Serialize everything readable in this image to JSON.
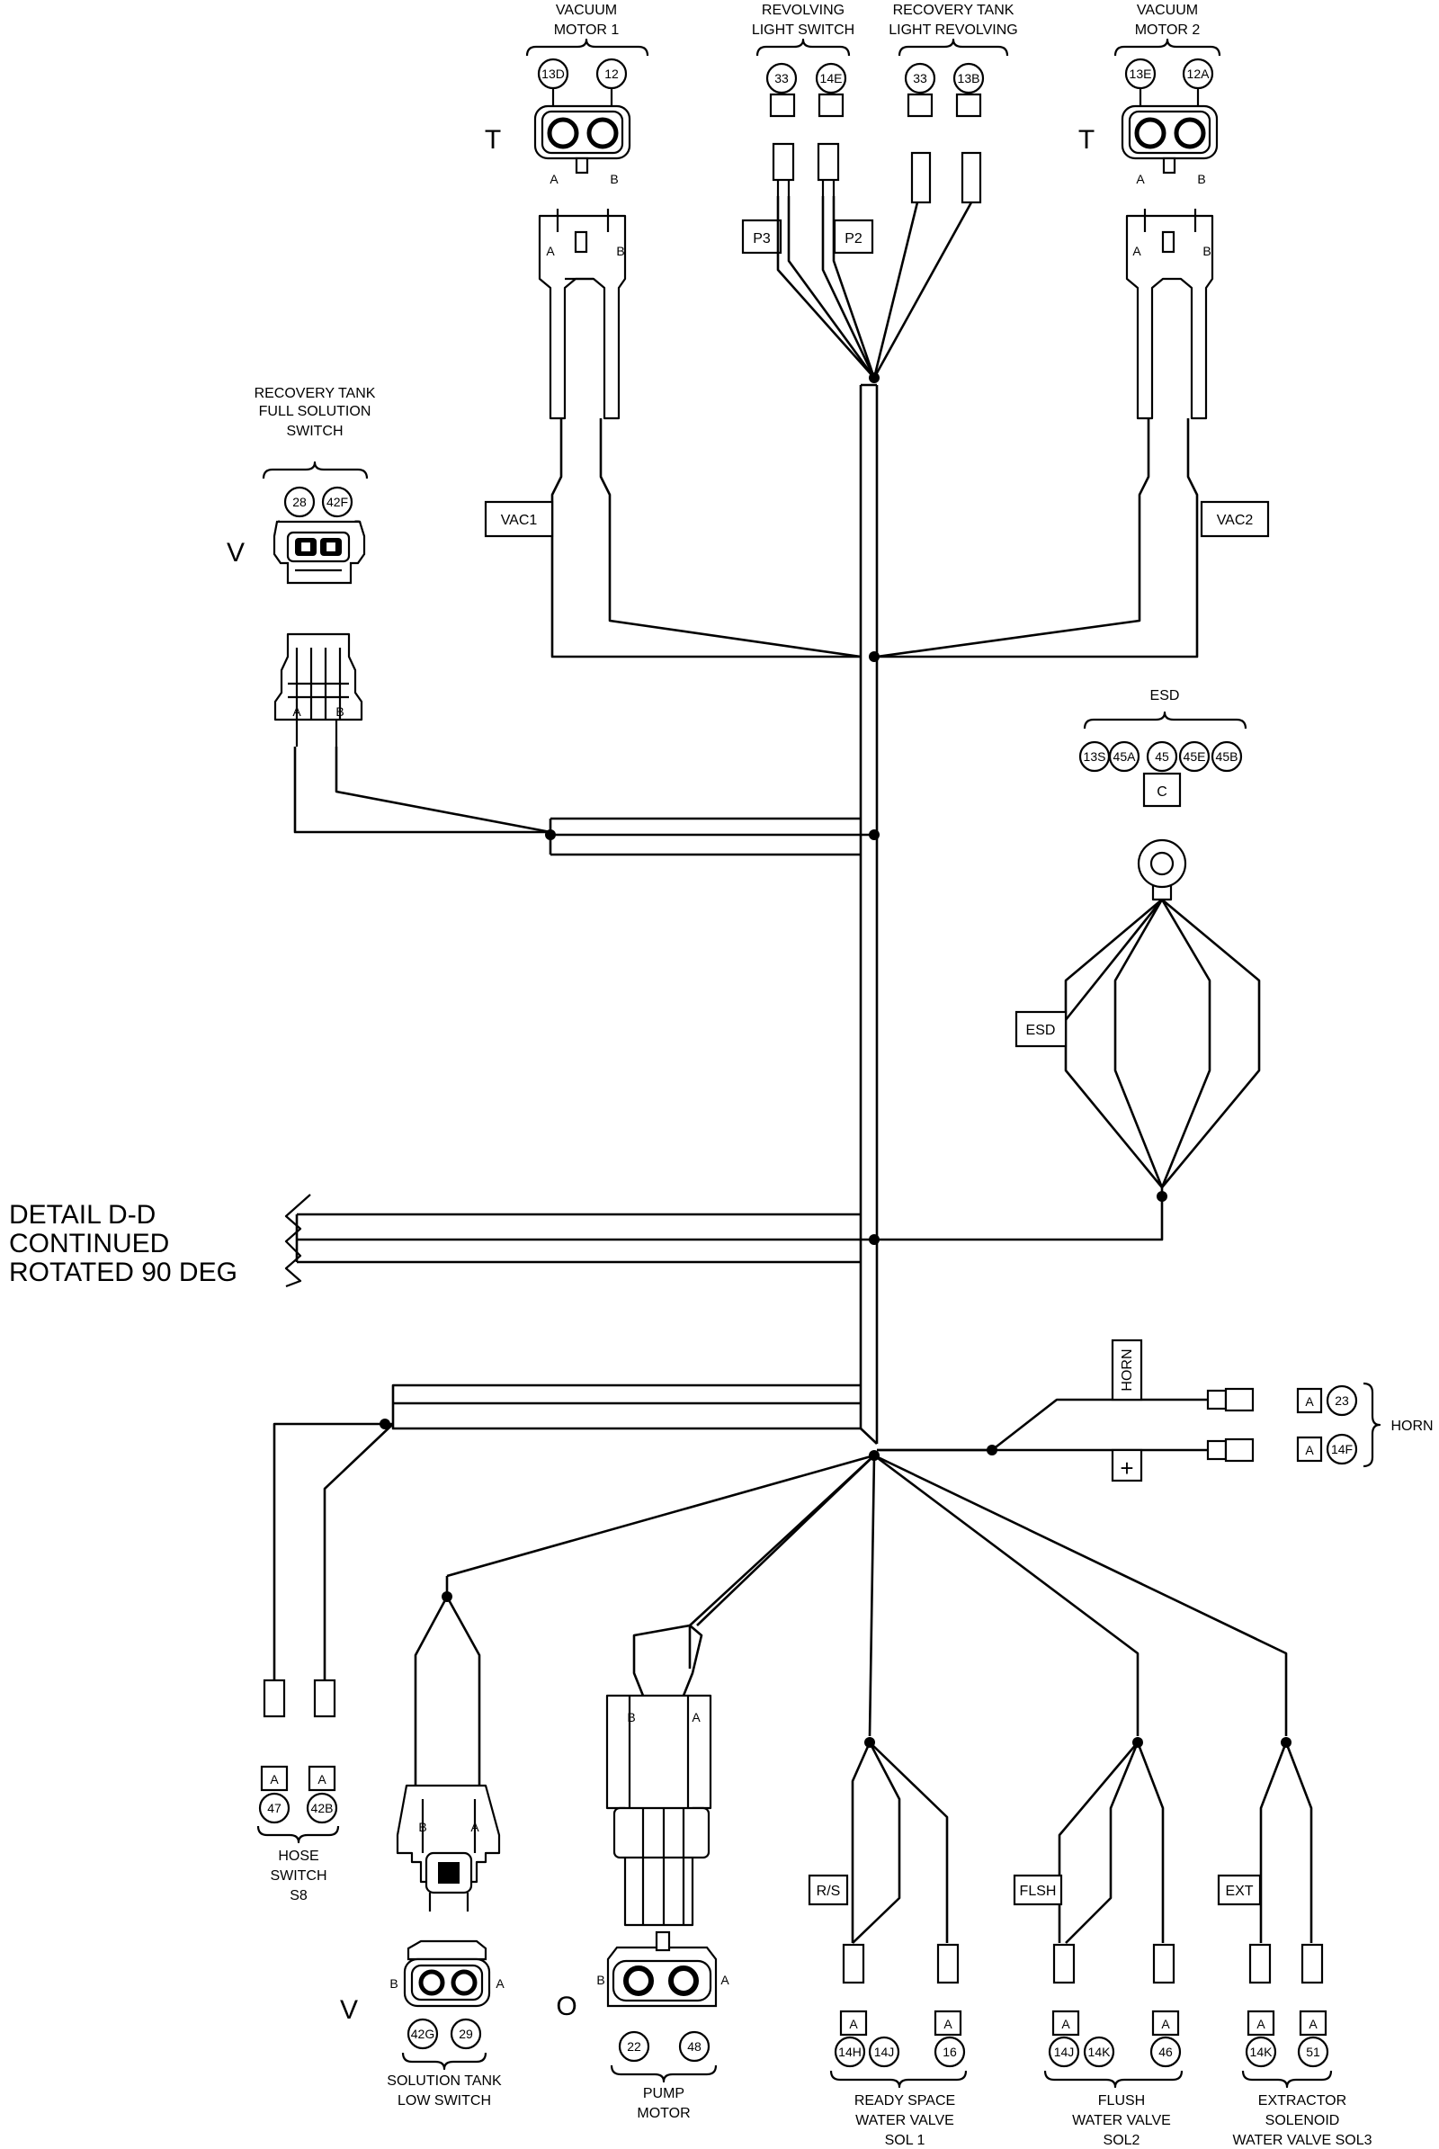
{
  "detail_label": [
    "DETAIL D-D",
    "CONTINUED",
    "ROTATED 90 DEG"
  ],
  "components": {
    "vacuum_motor_1": {
      "title": [
        "VACUUM",
        "MOTOR 1"
      ],
      "pins": [
        "13D",
        "12"
      ],
      "pin_letters": [
        "A",
        "B"
      ],
      "type_letter": "T",
      "harness_tag": "VAC1"
    },
    "vacuum_motor_2": {
      "title": [
        "VACUUM",
        "MOTOR 2"
      ],
      "pins": [
        "13E",
        "12A"
      ],
      "pin_letters": [
        "A",
        "B"
      ],
      "type_letter": "T",
      "harness_tag": "VAC2"
    },
    "revolving_light_switch": {
      "title": [
        "REVOLVING",
        "LIGHT SWITCH"
      ],
      "pins": [
        "33",
        "14E"
      ],
      "tags": [
        "P3",
        "P2"
      ]
    },
    "recovery_tank_light_revolving": {
      "title": [
        "RECOVERY TANK",
        "LIGHT REVOLVING"
      ],
      "pins": [
        "33",
        "13B"
      ]
    },
    "recovery_tank_full_switch": {
      "title": [
        "RECOVERY TANK",
        "FULL SOLUTION",
        "SWITCH"
      ],
      "pins": [
        "28",
        "42F"
      ],
      "pin_letters": [
        "A",
        "B"
      ],
      "type_letter": "V"
    },
    "esd": {
      "title": "ESD",
      "pins": [
        "13S",
        "45A",
        "45",
        "45E",
        "45B"
      ],
      "terminal": "C",
      "harness_tag": "ESD"
    },
    "horn": {
      "title": "HORN",
      "tag": "HORN",
      "plus": "+",
      "pins": [
        {
          "letter": "A",
          "wire": "23"
        },
        {
          "letter": "A",
          "wire": "14F"
        }
      ]
    },
    "hose_switch": {
      "title": [
        "HOSE",
        "SWITCH",
        "S8"
      ],
      "letters": [
        "A",
        "A"
      ],
      "pins": [
        "47",
        "42B"
      ]
    },
    "solution_tank_low_switch": {
      "title": [
        "SOLUTION TANK",
        "LOW SWITCH"
      ],
      "pins": [
        "42G",
        "29"
      ],
      "pin_letters": [
        "B",
        "A"
      ],
      "type_letter": "V"
    },
    "pump_motor": {
      "title": [
        "PUMP",
        "MOTOR"
      ],
      "pins": [
        "22",
        "48"
      ],
      "pin_letters": [
        "B",
        "A"
      ],
      "type_letter": "O"
    },
    "ready_space_valve": {
      "title": [
        "READY SPACE",
        "WATER VALVE",
        "SOL 1"
      ],
      "tag": "R/S",
      "letters": [
        "A",
        "A"
      ],
      "pins": [
        "14H",
        "14J",
        "16"
      ]
    },
    "flush_valve": {
      "title": [
        "FLUSH",
        "WATER VALVE",
        "SOL2"
      ],
      "tag": "FLSH",
      "letters": [
        "A",
        "A"
      ],
      "pins": [
        "14J",
        "14K",
        "46"
      ]
    },
    "extractor_valve": {
      "title": [
        "EXTRACTOR",
        "SOLENOID",
        "WATER VALVE SOL3"
      ],
      "tag": "EXT",
      "letters": [
        "A",
        "A"
      ],
      "pins": [
        "14K",
        "51"
      ]
    }
  }
}
